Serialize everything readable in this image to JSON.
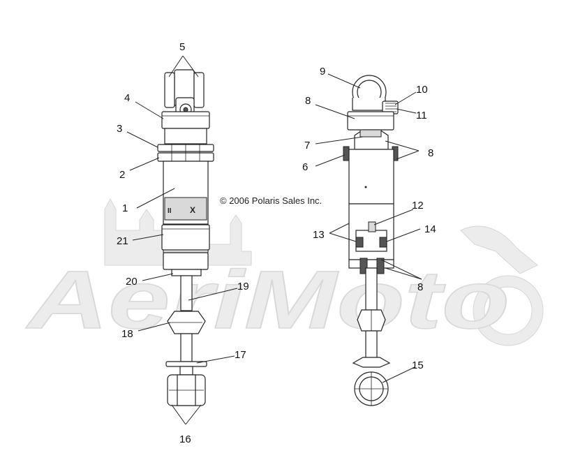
{
  "copyright": "© 2006 Polaris Sales Inc.",
  "watermark": "AeriMoto",
  "callouts": [
    {
      "id": "5a",
      "label": "5"
    },
    {
      "id": "4",
      "label": "4"
    },
    {
      "id": "3",
      "label": "3"
    },
    {
      "id": "2",
      "label": "2"
    },
    {
      "id": "1",
      "label": "1"
    },
    {
      "id": "21",
      "label": "21"
    },
    {
      "id": "20",
      "label": "20"
    },
    {
      "id": "19",
      "label": "19"
    },
    {
      "id": "18",
      "label": "18"
    },
    {
      "id": "17",
      "label": "17"
    },
    {
      "id": "16",
      "label": "16"
    },
    {
      "id": "9",
      "label": "9"
    },
    {
      "id": "10",
      "label": "10"
    },
    {
      "id": "11",
      "label": "11"
    },
    {
      "id": "8a",
      "label": "8"
    },
    {
      "id": "7",
      "label": "7"
    },
    {
      "id": "8b",
      "label": "8"
    },
    {
      "id": "6",
      "label": "6"
    },
    {
      "id": "12",
      "label": "12"
    },
    {
      "id": "13",
      "label": "13"
    },
    {
      "id": "14",
      "label": "14"
    },
    {
      "id": "8c",
      "label": "8"
    },
    {
      "id": "15",
      "label": "15"
    }
  ]
}
